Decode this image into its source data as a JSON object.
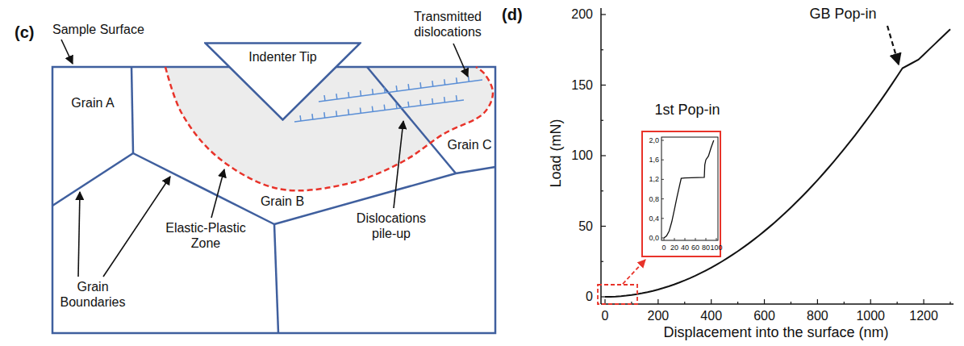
{
  "diagram": {
    "nodes": [
      {
        "text": [
          "Indenter Tip"
        ]
      }
    ],
    "labels": [
      "(c)",
      "Sample Surface",
      "Transmitted dislocations",
      "Grain A",
      "Grain C",
      "Dislocations pile-up",
      "Elastic-Plastic Zone",
      "Grain B",
      "Grain Boundaries",
      "(d)",
      "GB Pop-in",
      "200",
      "150",
      "100",
      "50",
      "0",
      "Load (mN)",
      "1st Pop-in",
      "2,0",
      "1,6",
      "1,2",
      "0,8",
      "0,4",
      "0,0",
      "0",
      "20",
      "40",
      "60",
      "80",
      "100",
      "0",
      "200",
      "400",
      "600",
      "800",
      "1000",
      "1200",
      "Displacement into the surface (nm)"
    ]
  }
}
